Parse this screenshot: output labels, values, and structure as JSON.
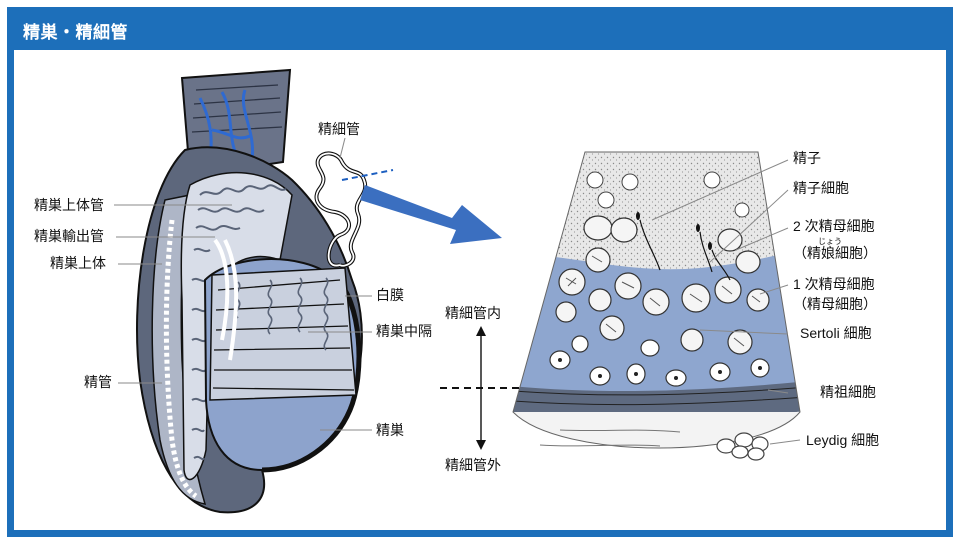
{
  "title": "精巣・精細管",
  "labels": {
    "seminiferous_tubule": "精細管",
    "epididymis_duct": "精巣上体管",
    "efferent_ducts": "精巣輸出管",
    "epididymis": "精巣上体",
    "vas_deferens": "精管",
    "tunica_albuginea": "白膜",
    "mediastinum": "精巣中隔",
    "testis": "精巣",
    "inside": "精細管内",
    "outside": "精細管外",
    "sperm": "精子",
    "spermatid": "精子細胞",
    "secondary_line1": "2 次精母細胞",
    "secondary_line2": "（精娘細胞）",
    "secondary_ruby": "じょう",
    "primary_line1": "1 次精母細胞",
    "primary_line2": "（精母細胞）",
    "sertoli": "Sertoli 細胞",
    "spermatogonium": "精祖細胞",
    "leydig": "Leydig 細胞"
  },
  "colors": {
    "frame": "#1d6fba",
    "tissue_blue": "#8ea6cf",
    "dark_tissue": "#5e6a80",
    "accent_blue": "#3b6fc0"
  }
}
